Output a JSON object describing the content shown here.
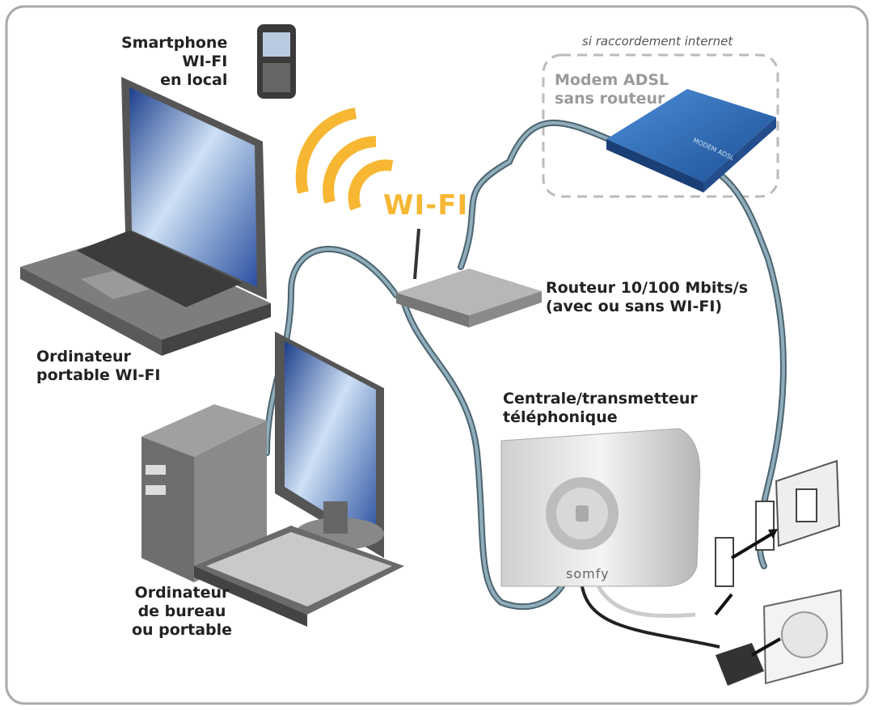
{
  "labels": {
    "smartphone": [
      "Smartphone",
      "WI-FI",
      "en local"
    ],
    "wifi_word": "WI-FI",
    "internet_note": "si raccordement internet",
    "modem": [
      "Modem ADSL",
      "sans routeur"
    ],
    "modem_brand": "MODEM ADSL",
    "router": [
      "Routeur 10/100 Mbits/s",
      "(avec ou sans WI-FI)"
    ],
    "laptop": [
      "Ordinateur",
      "portable WI-FI"
    ],
    "central": [
      "Centrale/transmetteur",
      "téléphonique"
    ],
    "desktop": [
      "Ordinateur",
      "de bureau",
      "ou portable"
    ],
    "brand": "somfy"
  },
  "colors": {
    "wifi": "#f7b733",
    "cable": "#6e8b97",
    "modem": "#2a66b0",
    "frame": "#aaaaaa"
  }
}
